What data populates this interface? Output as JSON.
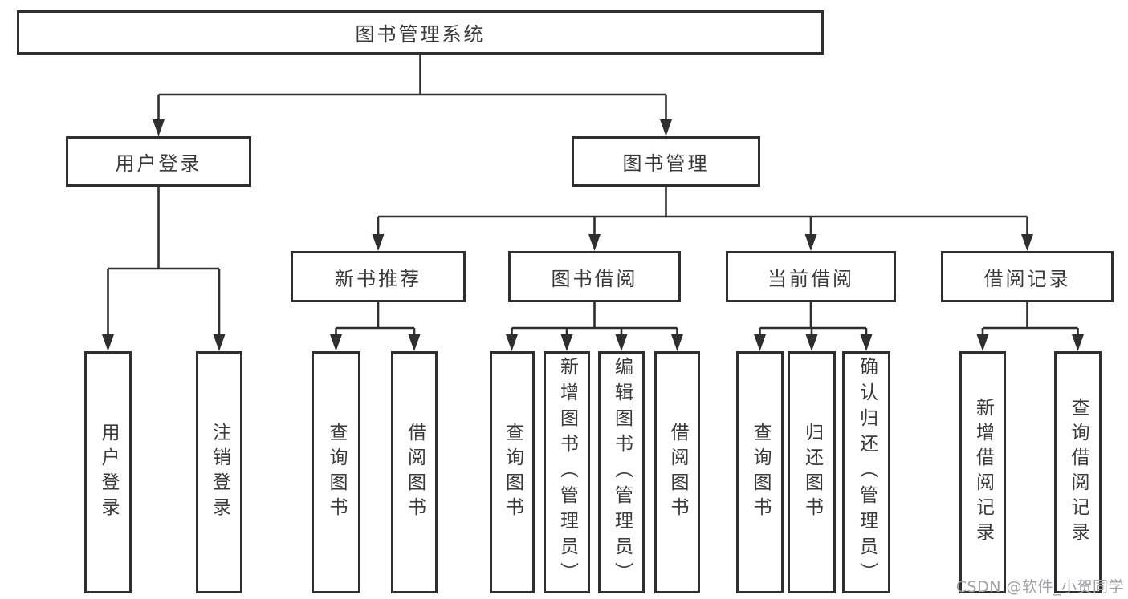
{
  "diagram": {
    "nodes": {
      "root": "图书管理系统",
      "user_login": "用户登录",
      "book_mgmt": "图书管理",
      "new_book": "新书推荐",
      "book_borrow": "图书借阅",
      "current_borrow": "当前借阅",
      "borrow_record": "借阅记录"
    },
    "leaves": {
      "user_login": "用户登录",
      "logout": "注销登录",
      "newbook_query": "查询图书",
      "newbook_borrow": "借阅图书",
      "borrow_query": "查询图书",
      "borrow_add": "新增图书（管理员）",
      "borrow_edit": "编辑图书（管理员）",
      "borrow_self": "借阅图书",
      "current_query": "查询图书",
      "current_return": "归还图书",
      "current_confirm": "确认归还（管理员）",
      "record_add": "新增借阅记录",
      "record_query": "查询借阅记录"
    },
    "colors": {
      "line": "#2f2f2f",
      "border": "#2f2f2f",
      "text": "#3a3a3a",
      "watermark": "#a0a0a5"
    }
  },
  "watermark": "CSDN @软件_小贺同学"
}
